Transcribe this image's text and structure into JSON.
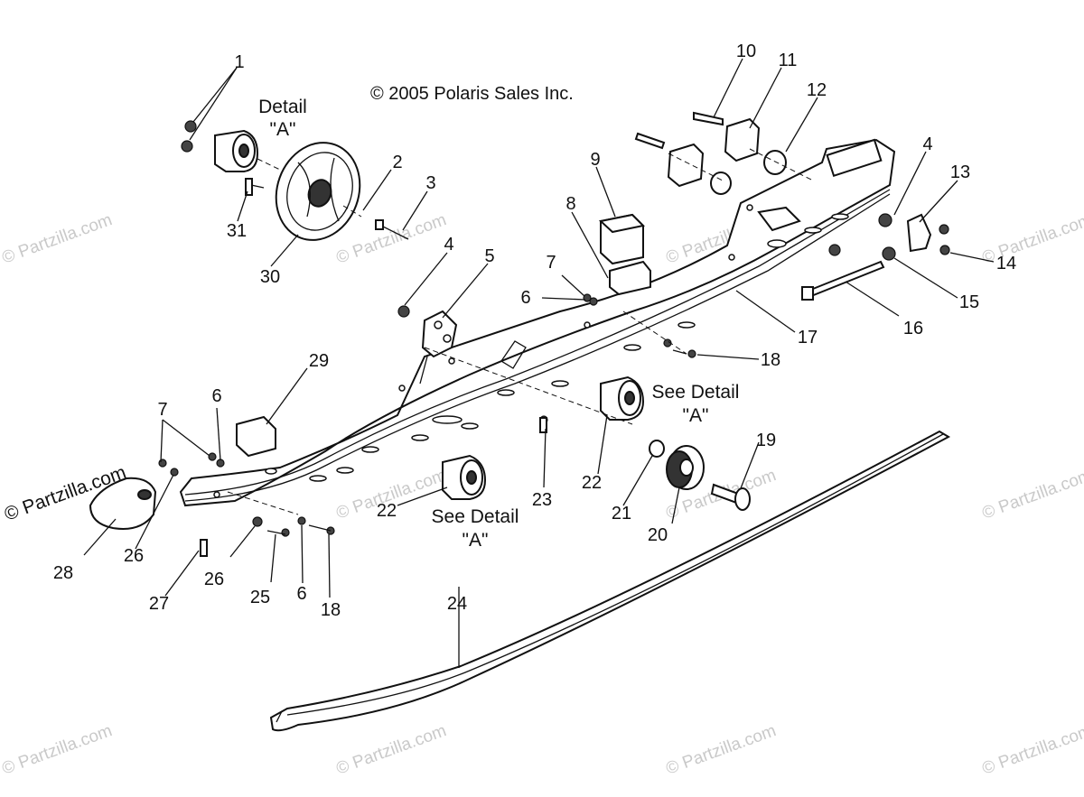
{
  "copyright": "© 2005 Polaris Sales Inc.",
  "watermark": "© Partzilla.com",
  "detail_titles": [
    "Detail",
    "\"A\""
  ],
  "see_detail": [
    "See Detail",
    "\"A\""
  ],
  "callouts": [
    "1",
    "2",
    "3",
    "4",
    "5",
    "6",
    "7",
    "8",
    "9",
    "10",
    "11",
    "12",
    "13",
    "14",
    "15",
    "16",
    "17",
    "18",
    "19",
    "20",
    "21",
    "22",
    "23",
    "24",
    "25",
    "26",
    "27",
    "28",
    "29",
    "30",
    "31"
  ]
}
